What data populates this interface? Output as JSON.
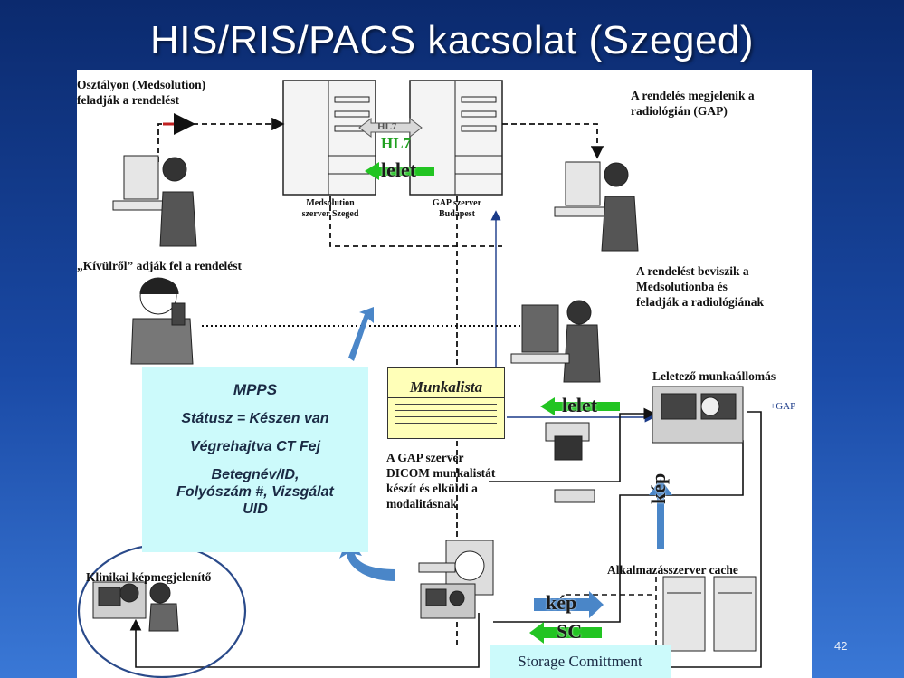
{
  "slide": {
    "title": "HIS/RIS/PACS kacsolat (Szeged)",
    "number": "42"
  },
  "labels": {
    "department_order": "Osztályon (Medsolution)\nfeladják a rendelést",
    "order_appears": "A rendelés megjelenik a\nradiológián (GAP)",
    "outside_order": "„Kívülről” adják fel a rendelést",
    "order_entered": "A rendelést beviszik a\nMedsolutionba és\nfeladják a radiológiának",
    "reporting_ws": "Leletező munkaállomás",
    "gap_server_dicom": "A GAP szerver\nDICOM munkalistát\nkészít és elküldi a\nmodalitásnak",
    "app_server_cache": "Alkalmazásszerver cache",
    "clinical_viewer": "Klinikai képmegjelenítő",
    "medsolution_server": "Medsolution\nszerver Szeged",
    "gap_server": "GAP szerver\nBudapest",
    "plus_gap": "+GAP"
  },
  "arrows": {
    "hl7_grey": "HL7",
    "hl7_green": "HL7",
    "lelet_top": "lelet",
    "lelet_mid": "lelet",
    "kep_vertical": "kép",
    "kep_horizontal": "kép",
    "sc": "SC"
  },
  "mpps": {
    "title": "MPPS",
    "line1": "Státusz = Készen van",
    "line2": "Végrehajtva CT Fej",
    "line3": "Betegnév/ID,\nFolyószám #, Vizsgálat\nUID"
  },
  "worklist": {
    "title": "Munkalista"
  },
  "storage": {
    "label": "Storage Comittment"
  },
  "colors": {
    "background_top": "#0b2a6e",
    "background_bottom": "#3a78d6",
    "mpps_fill": "#ccfafb",
    "worklist_fill": "#ffffb8",
    "green_arrow": "#22c422",
    "blue_arrow": "#4a86c8"
  }
}
